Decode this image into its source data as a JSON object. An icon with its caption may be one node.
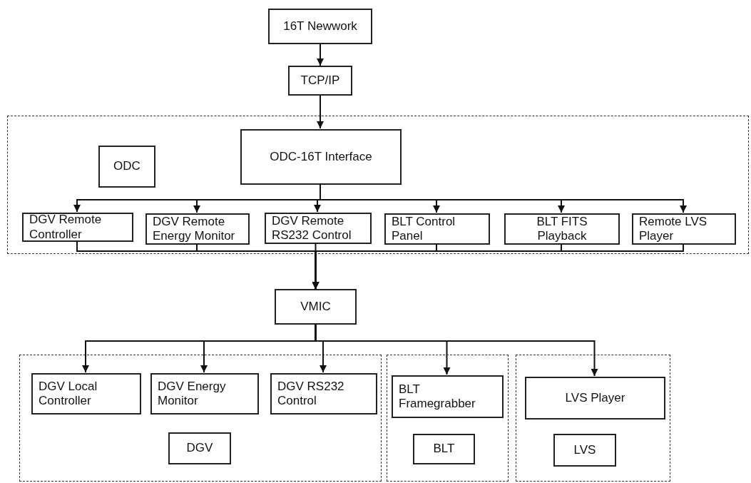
{
  "diagram": {
    "nodes": [
      {
        "text": [
          "16T Newwork"
        ]
      },
      {
        "text": [
          "TCP/IP"
        ]
      },
      {
        "text": [],
        "shape": "box"
      },
      {
        "text": [
          "ODC-16T Interface"
        ],
        "in": 2
      },
      {
        "text": [
          "ODC"
        ],
        "in": 2
      },
      {
        "text": [
          "DGV Remote Controller"
        ],
        "in": 2
      },
      {
        "text": [
          "DGV Remote Energy Monitor"
        ],
        "in": 2
      },
      {
        "text": [
          "DGV Remote RS232 Control"
        ],
        "in": 2
      },
      {
        "text": [
          "BLT Control Panel"
        ],
        "in": 2
      },
      {
        "text": [
          "BLT FITS Playback"
        ],
        "in": 2
      },
      {
        "text": [
          "Remote LVS Player"
        ],
        "in": 2
      },
      {
        "text": [
          "VMIC"
        ]
      },
      {
        "text": [],
        "shape": "box"
      },
      {
        "text": [
          "DGV Local Controller"
        ],
        "in": 12
      },
      {
        "text": [
          "DGV Energy Monitor"
        ],
        "in": 12
      },
      {
        "text": [
          "DGV RS232 Control"
        ],
        "in": 12
      },
      {
        "text": [
          "DGV"
        ],
        "in": 12
      },
      {
        "text": [],
        "shape": "box"
      },
      {
        "text": [
          "BLT Framegrabber"
        ],
        "in": 17
      },
      {
        "text": [
          "BLT"
        ],
        "in": 17
      },
      {
        "text": [],
        "shape": "box"
      },
      {
        "text": [
          "LVS Player"
        ],
        "in": 20
      },
      {
        "text": [
          "LVS"
        ],
        "in": 20
      }
    ],
    "edges": [
      {
        "from": 0,
        "to": 1,
        "arrow": "to"
      },
      {
        "from": 1,
        "to": 3,
        "arrow": "to"
      },
      {
        "from": 3,
        "to": 5,
        "arrow": "to"
      },
      {
        "from": 3,
        "to": 6,
        "arrow": "to"
      },
      {
        "from": 3,
        "to": 7,
        "arrow": "to"
      },
      {
        "from": 3,
        "to": 8,
        "arrow": "to"
      },
      {
        "from": 3,
        "to": 9,
        "arrow": "to"
      },
      {
        "from": 3,
        "to": 10,
        "arrow": "to"
      },
      {
        "from": 5,
        "to": 11,
        "arrow": "to"
      },
      {
        "from": 6,
        "to": 11,
        "arrow": "to"
      },
      {
        "from": 7,
        "to": 11,
        "arrow": "to"
      },
      {
        "from": 8,
        "to": 11,
        "arrow": "to"
      },
      {
        "from": 9,
        "to": 11,
        "arrow": "to"
      },
      {
        "from": 10,
        "to": 11,
        "arrow": "to"
      },
      {
        "from": 11,
        "to": 13,
        "arrow": "to"
      },
      {
        "from": 11,
        "to": 14,
        "arrow": "to"
      },
      {
        "from": 11,
        "to": 15,
        "arrow": "to"
      },
      {
        "from": 11,
        "to": 18,
        "arrow": "to"
      },
      {
        "from": 11,
        "to": 21,
        "arrow": "to"
      }
    ]
  }
}
